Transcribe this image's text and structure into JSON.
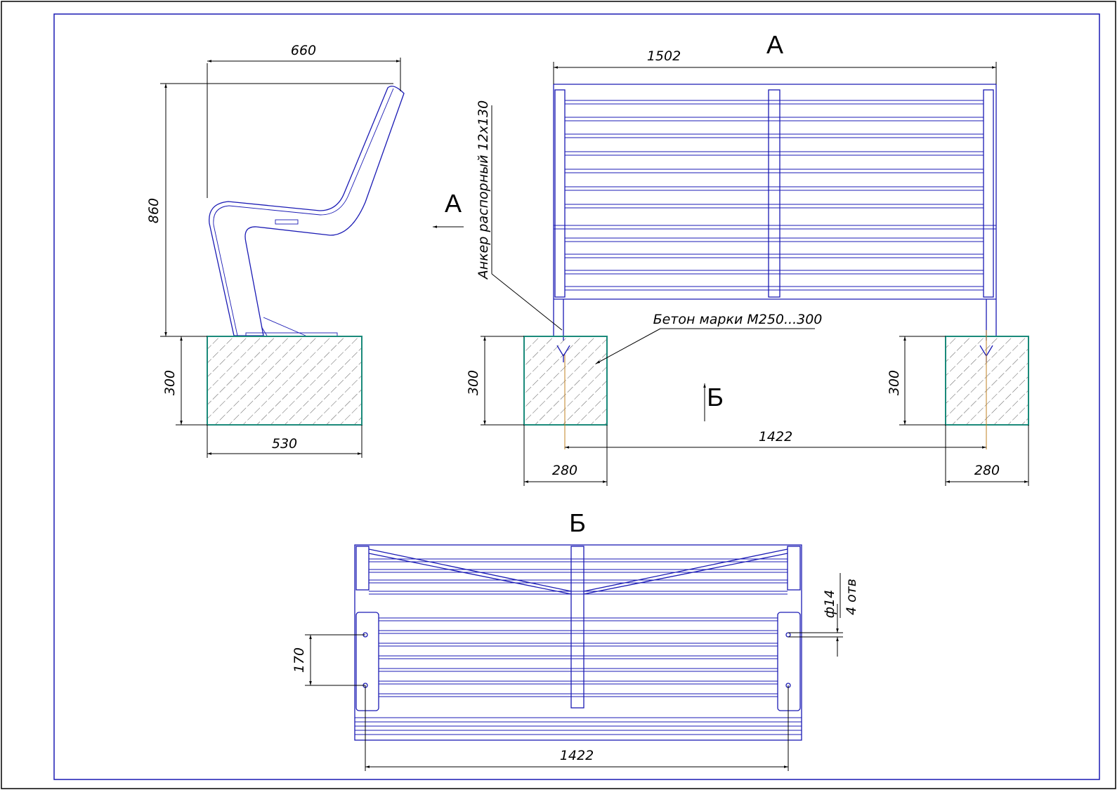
{
  "sheet": {
    "view_a_label": "А",
    "view_b_label": "Б"
  },
  "side_view": {
    "width_660": "660",
    "height_860": "860",
    "foundation_height": "300",
    "foundation_width": "530"
  },
  "front_view": {
    "width_1502": "1502",
    "anchor_note": "Анкер распорный 12х130",
    "concrete_note": "Бетон марки М250...300",
    "left_foundation_height": "300",
    "right_foundation_height": "300",
    "anchor_spacing": "1422",
    "left_foundation_width": "280",
    "right_foundation_width": "280"
  },
  "plan_view": {
    "hole_spacing_y": "170",
    "hole_spacing_x": "1422",
    "hole_diameter": "ф14",
    "hole_count": "4 отв"
  },
  "colors": {
    "frame": "#1a1ab4",
    "concrete_outline": "#1a8a7a",
    "dimension": "#000000",
    "axis": "#c08020"
  }
}
